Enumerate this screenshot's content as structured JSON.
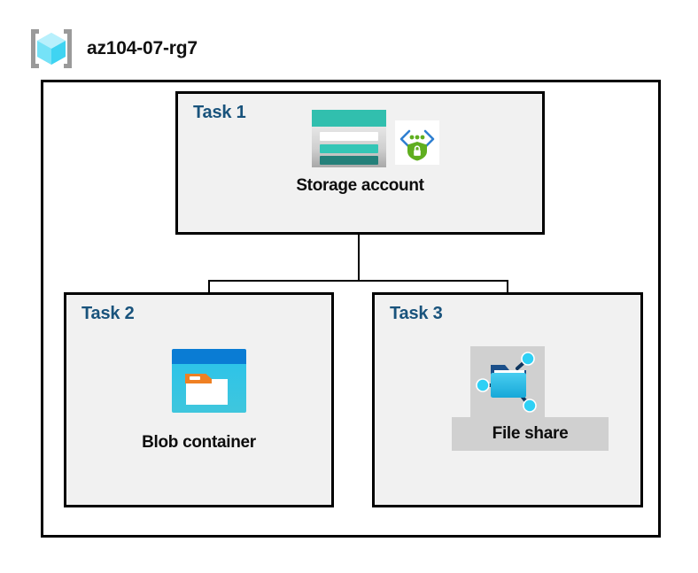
{
  "diagram": {
    "title": "az104-07-rg7",
    "resource_group_icon": "azure-resource-group-icon",
    "tasks": [
      {
        "label": "Task 1",
        "node_label": "Storage account",
        "icons": [
          "storage-account-icon",
          "secure-shield-icon"
        ]
      },
      {
        "label": "Task 2",
        "node_label": "Blob container",
        "icons": [
          "blob-container-icon"
        ]
      },
      {
        "label": "Task 3",
        "node_label": "File share",
        "icons": [
          "file-share-icon"
        ],
        "selected": true
      }
    ],
    "colors": {
      "task_label": "#19537c",
      "node_label": "#0d0d0d",
      "box_border": "#000000",
      "task_fill": "#f1f1f1",
      "selection_fill": "#d0d0d0",
      "storage_teal": "#31bfae",
      "blob_blue": "#0a7cd4",
      "blob_cyan": "#2ec4e8",
      "shield_green": "#5fae1f",
      "bracket_gray": "#9a9a9a",
      "cube_cyan": "#50e6ff"
    }
  }
}
